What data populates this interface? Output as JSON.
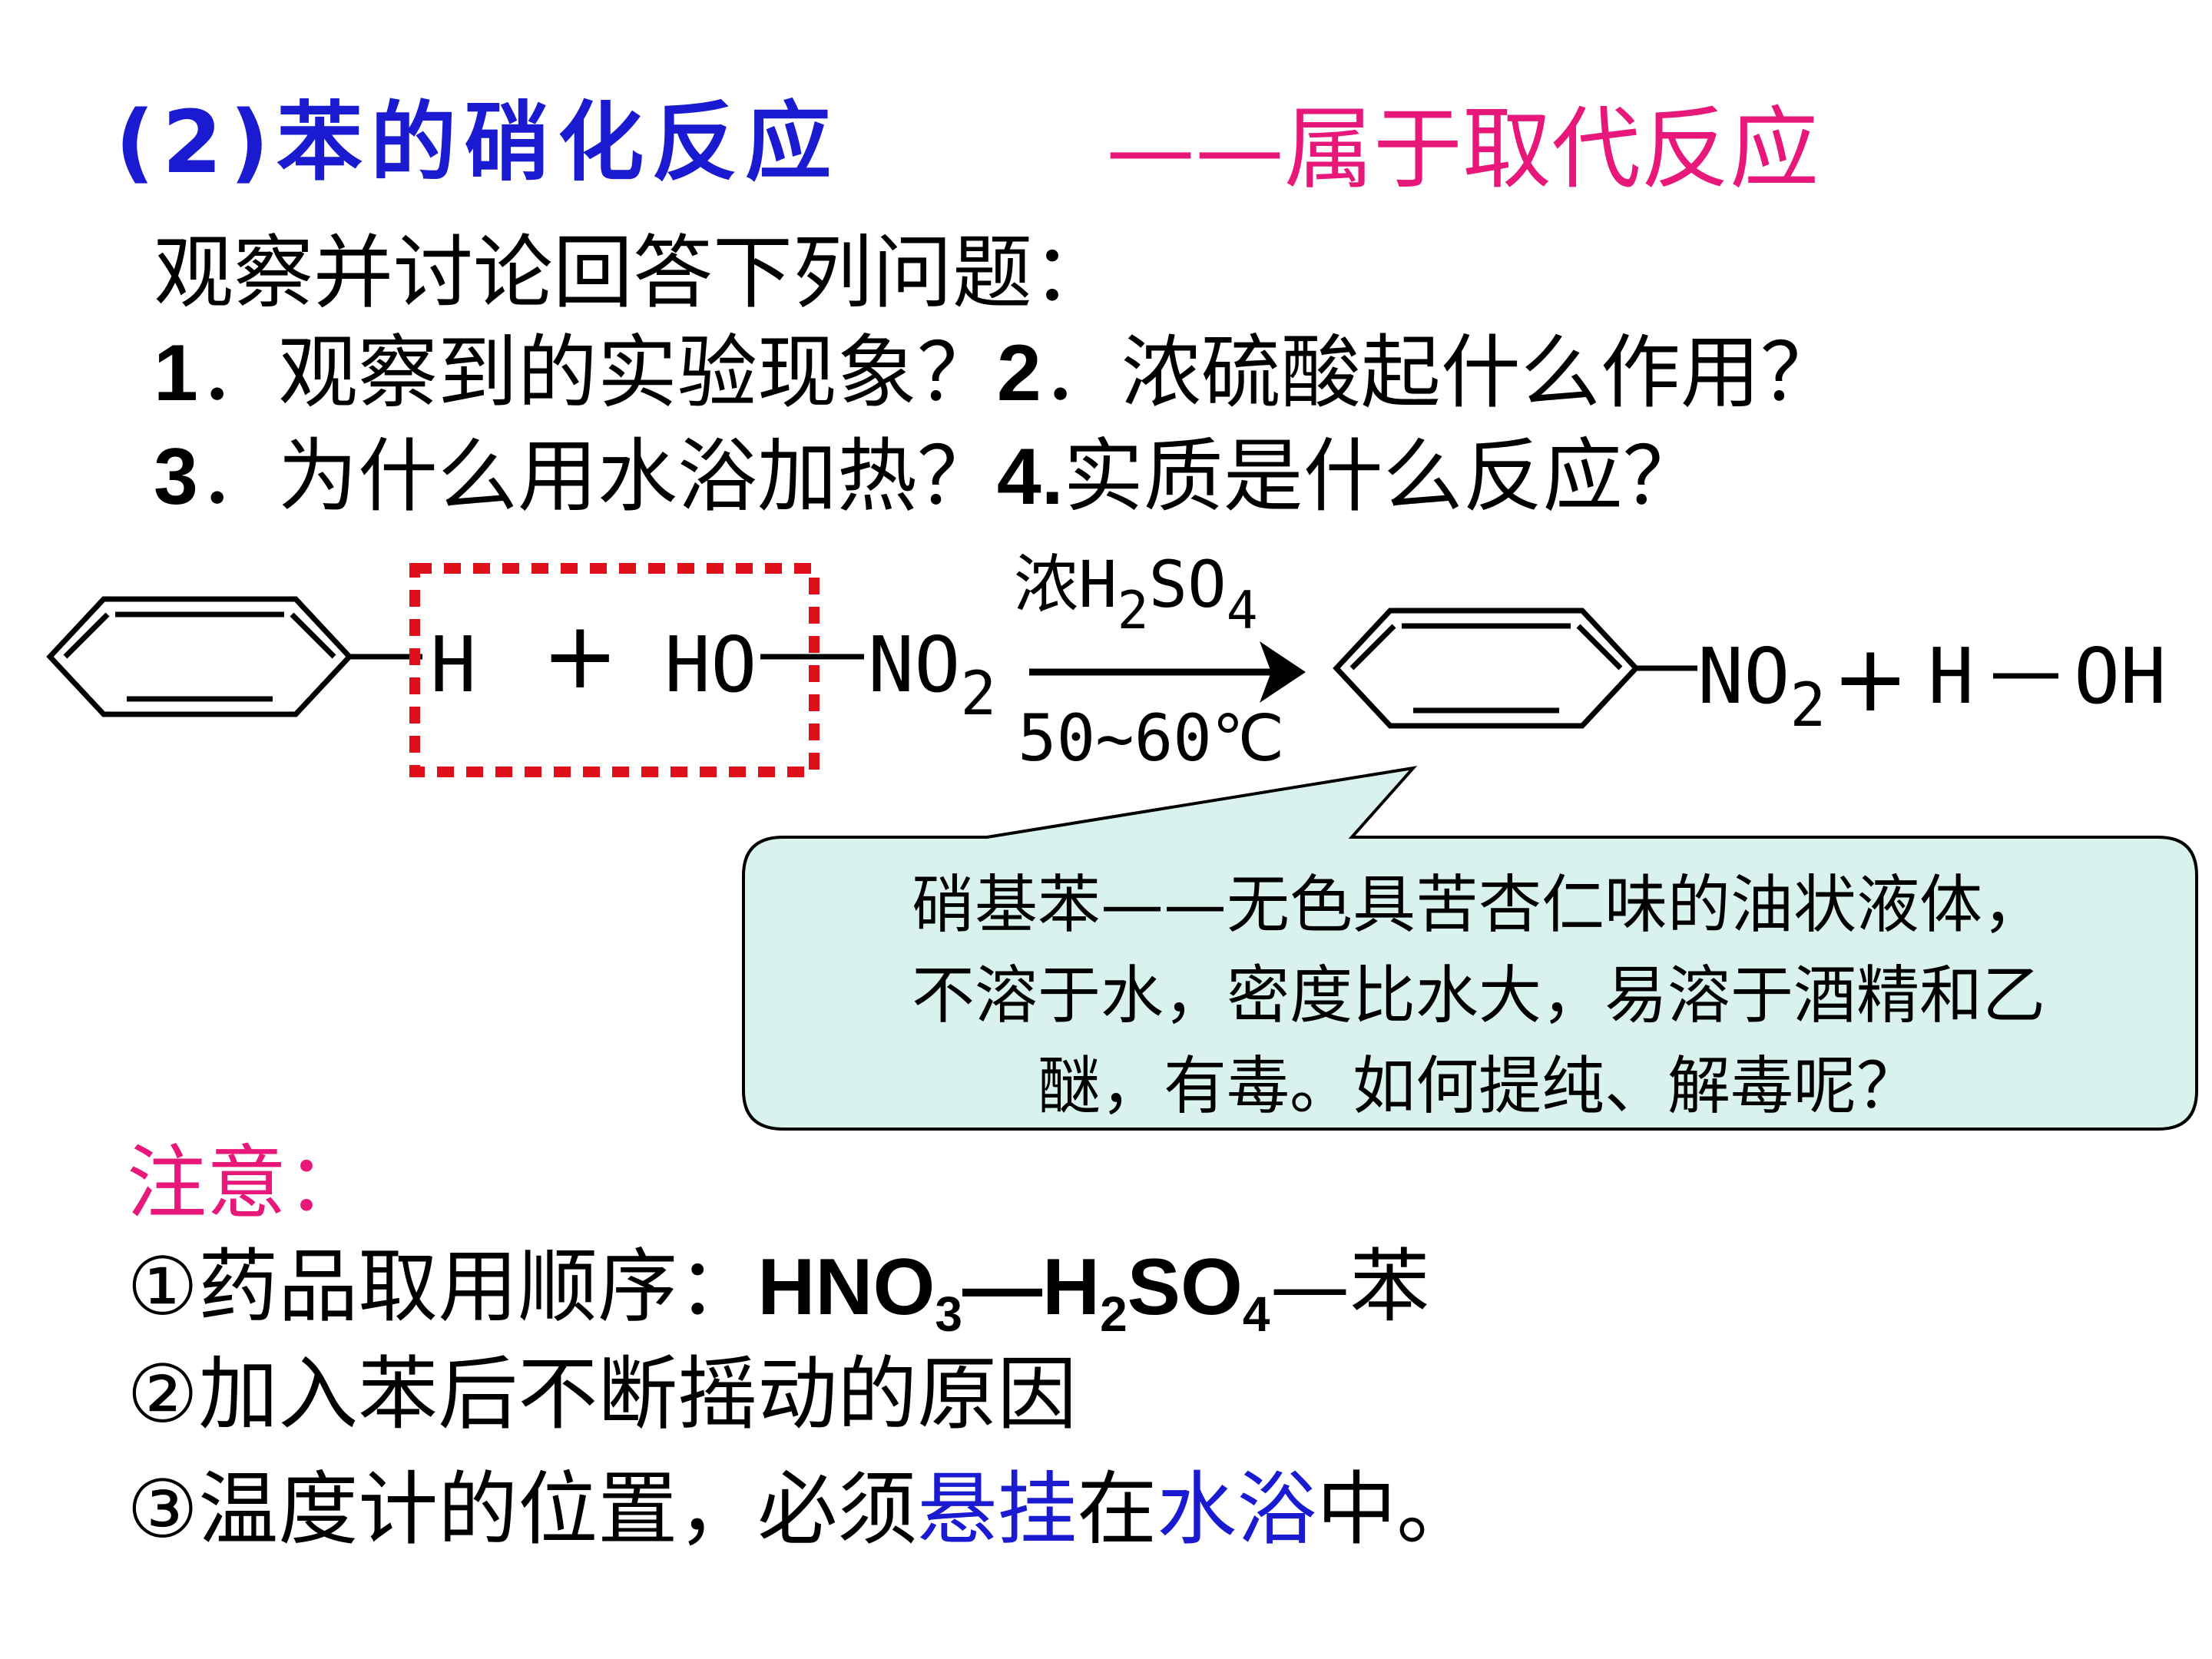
{
  "title": {
    "left": "(2)苯的硝化反应",
    "right": "——属于取代反应"
  },
  "questions": {
    "intro": "观察并讨论回答下列问题：",
    "q1_num": "1",
    "q1_text": "．观察到的实验现象？",
    "q2_num": "2",
    "q2_text": "．浓硫酸起什么作用？",
    "q3_num": "3",
    "q3_text": "．为什么用水浴加热？",
    "q4_num": "4.",
    "q4_text": "实质是什么反应？"
  },
  "reaction": {
    "h": "H",
    "plus1": "+",
    "ho": "HO",
    "no2_left": "NO",
    "sub2_left": "2",
    "catalyst_prefix": "浓",
    "catalyst_h": "H",
    "catalyst_sub2": "2",
    "catalyst_so": "SO",
    "catalyst_sub4": "4",
    "condition": "50~60℃",
    "no2_right": "NO",
    "sub2_right": "2",
    "plus2": "+",
    "water_h": "H",
    "water_bond": "—",
    "water_oh": "OH"
  },
  "callout": {
    "line1": "硝基苯——无色具苦杏仁味的油状液体，",
    "line2": "不溶于水，密度比水大，易溶于酒精和乙",
    "line3": "醚，有毒。如何提纯、解毒呢？"
  },
  "notes": {
    "title": "注意：",
    "n1_prefix": "①药品取用顺序：",
    "n1_hno": "HNO",
    "n1_sub3": "3",
    "n1_dash1": "—H",
    "n1_sub2": "2",
    "n1_so": "SO",
    "n1_sub4": "4",
    "n1_dash2": "—苯",
    "n2": "②加入苯后不断摇动的原因",
    "n3_a": "③温度计的位置，必须",
    "n3_b": "悬挂",
    "n3_c": "在",
    "n3_d": "水浴",
    "n3_e": "中。"
  },
  "colors": {
    "title_blue": "#1a1ad0",
    "title_pink": "#e8187a",
    "dashed_box": "#e0101a",
    "callout_fill": "#d9f2ee"
  }
}
